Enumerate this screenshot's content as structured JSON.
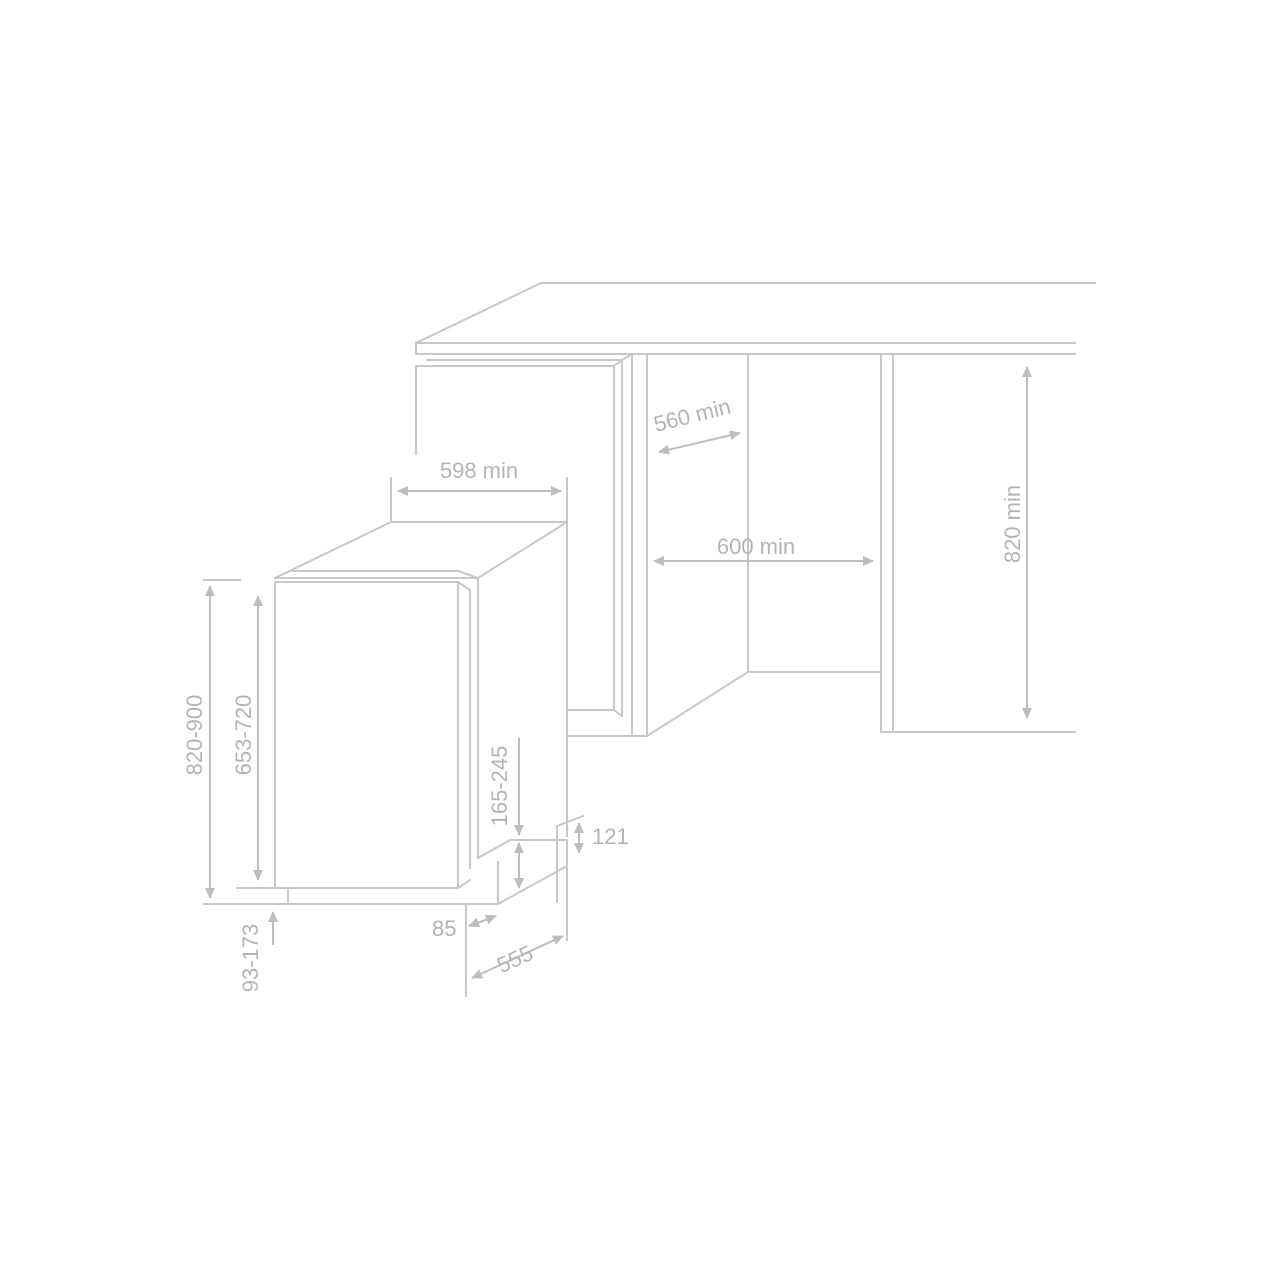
{
  "colors": {
    "line": "#c8c8c8",
    "dimension": "#bdbdbd",
    "label": "#b4b4b4",
    "background": "#ffffff"
  },
  "dimensions": {
    "cabinet_depth": "560 min",
    "appliance_width": "598 min",
    "niche_width": "600 min",
    "niche_height": "820 min",
    "total_height": "820-900",
    "door_height": "653-720",
    "plinth_height": "165-245",
    "foot_height": "121",
    "toe_kick": "85",
    "appliance_depth": "555",
    "adjustable_feet": "93-173"
  }
}
